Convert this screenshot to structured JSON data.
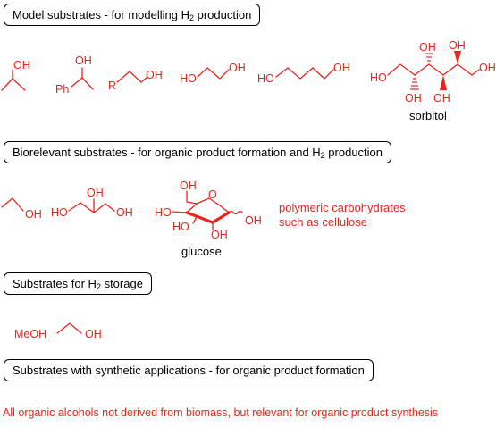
{
  "sections": [
    {
      "pre": "Model substrates - for modelling H",
      "sub": "2",
      "post": " production"
    },
    {
      "pre": "Biorelevant substrates - for organic product formation and H",
      "sub": "2",
      "post": " production"
    },
    {
      "pre": "Substrates for H",
      "sub": "2",
      "post": " storage"
    },
    {
      "pre": "Substrates with synthetic applications - for organic product formation",
      "sub": "",
      "post": ""
    }
  ],
  "labels": {
    "sorbitol": "sorbitol",
    "glucose": "glucose",
    "polymeric_line1": "polymeric carbohydrates",
    "polymeric_line2": "such as cellulose",
    "footer": "All organic alcohols not derived from biomass, but relevant for organic product synthesis"
  },
  "atoms": {
    "oh": "OH",
    "ho": "HO",
    "ph": "Ph",
    "r": "R",
    "o": "O",
    "meoh": "MeOH"
  },
  "colors": {
    "molecule": "#e8241c",
    "text": "#000000",
    "border": "#000000"
  }
}
